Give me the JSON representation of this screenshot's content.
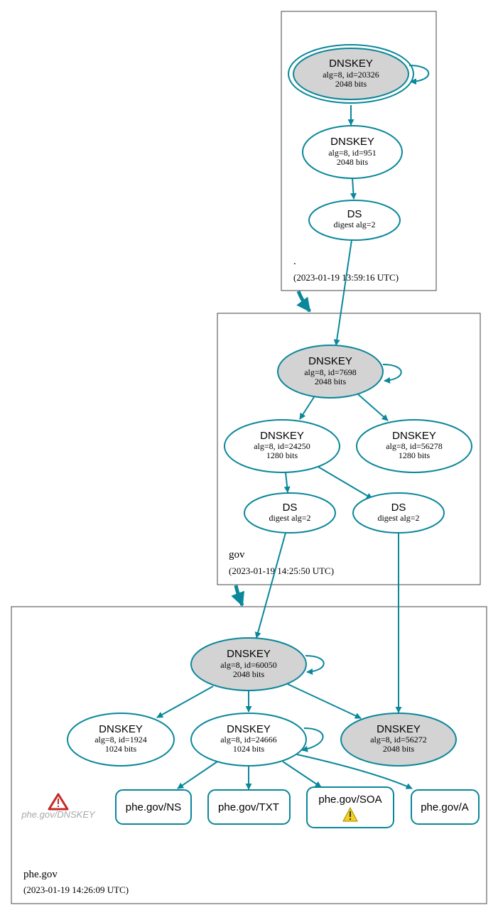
{
  "colors": {
    "edge": "#0a879a",
    "sep_fill": "#d3d3d3",
    "zone_border": "#444444",
    "error": "#d32f2f",
    "warning": "#f5d020"
  },
  "zones": {
    "root": {
      "name": ".",
      "date": "(2023-01-19 13:59:16 UTC)"
    },
    "gov": {
      "name": "gov",
      "date": "(2023-01-19 14:25:50 UTC)"
    },
    "phe": {
      "name": "phe.gov",
      "date": "(2023-01-19 14:26:09 UTC)"
    }
  },
  "nodes": {
    "root_ksk": {
      "title": "DNSKEY",
      "line1": "alg=8, id=20326",
      "line2": "2048 bits"
    },
    "root_zsk": {
      "title": "DNSKEY",
      "line1": "alg=8, id=951",
      "line2": "2048 bits"
    },
    "root_ds": {
      "title": "DS",
      "line1": "digest alg=2"
    },
    "gov_ksk": {
      "title": "DNSKEY",
      "line1": "alg=8, id=7698",
      "line2": "2048 bits"
    },
    "gov_zsk1": {
      "title": "DNSKEY",
      "line1": "alg=8, id=24250",
      "line2": "1280 bits"
    },
    "gov_zsk2": {
      "title": "DNSKEY",
      "line1": "alg=8, id=56278",
      "line2": "1280 bits"
    },
    "gov_ds1": {
      "title": "DS",
      "line1": "digest alg=2"
    },
    "gov_ds2": {
      "title": "DS",
      "line1": "digest alg=2"
    },
    "phe_ksk": {
      "title": "DNSKEY",
      "line1": "alg=8, id=60050",
      "line2": "2048 bits"
    },
    "phe_k1924": {
      "title": "DNSKEY",
      "line1": "alg=8, id=1924",
      "line2": "1024 bits"
    },
    "phe_k24666": {
      "title": "DNSKEY",
      "line1": "alg=8, id=24666",
      "line2": "1024 bits"
    },
    "phe_k56272": {
      "title": "DNSKEY",
      "line1": "alg=8, id=56272",
      "line2": "2048 bits"
    }
  },
  "rrsets": {
    "ns": "phe.gov/NS",
    "txt": "phe.gov/TXT",
    "soa": "phe.gov/SOA",
    "a": "phe.gov/A"
  },
  "ghost_label": "phe.gov/DNSKEY",
  "icons": {
    "error": "error-triangle-icon",
    "warning": "warning-triangle-icon"
  }
}
